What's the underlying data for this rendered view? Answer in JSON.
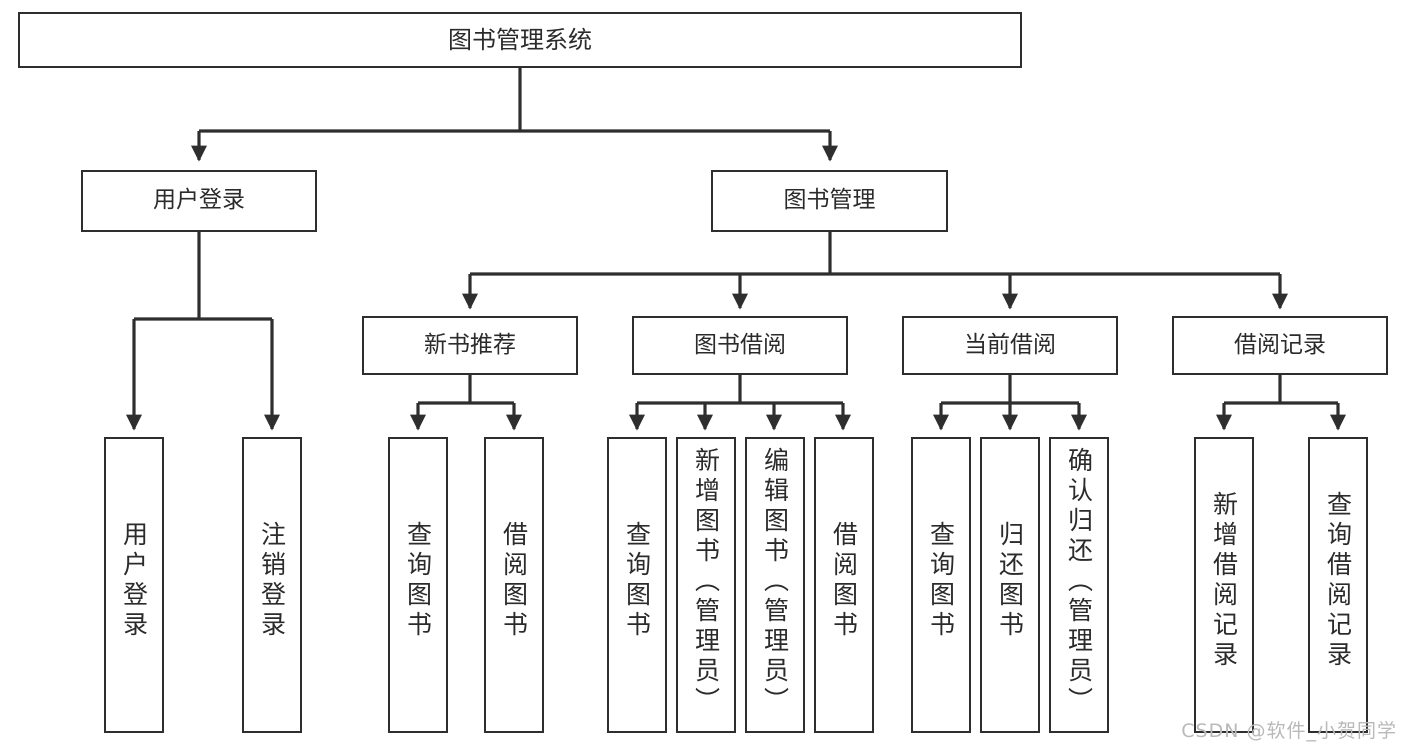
{
  "diagram": {
    "title": "图书管理系统",
    "type": "hierarchy-tree",
    "root": {
      "label": "图书管理系统"
    },
    "level2": [
      {
        "label": "用户登录"
      },
      {
        "label": "图书管理"
      }
    ],
    "level3": [
      {
        "label": "新书推荐"
      },
      {
        "label": "图书借阅"
      },
      {
        "label": "当前借阅"
      },
      {
        "label": "借阅记录"
      }
    ],
    "leaves": {
      "user_login": [
        {
          "label": "用户登录"
        },
        {
          "label": "注销登录"
        }
      ],
      "new_book_recommend": [
        {
          "label": "查询图书"
        },
        {
          "label": "借阅图书"
        }
      ],
      "book_borrow": [
        {
          "label": "查询图书"
        },
        {
          "label": "新增图书（管理员）"
        },
        {
          "label": "编辑图书（管理员）"
        },
        {
          "label": "借阅图书"
        }
      ],
      "current_borrow": [
        {
          "label": "查询图书"
        },
        {
          "label": "归还图书"
        },
        {
          "label": "确认归还（管理员）"
        }
      ],
      "borrow_record": [
        {
          "label": "新增借阅记录"
        },
        {
          "label": "查询借阅记录"
        }
      ]
    }
  },
  "watermark": {
    "text": "CSDN @软件_小贺同学"
  },
  "colors": {
    "box_border": "#2e2e2e",
    "line": "#2e2e2e",
    "background": "#ffffff",
    "text": "#2b2b2b",
    "watermark": "#b9b9b9"
  }
}
